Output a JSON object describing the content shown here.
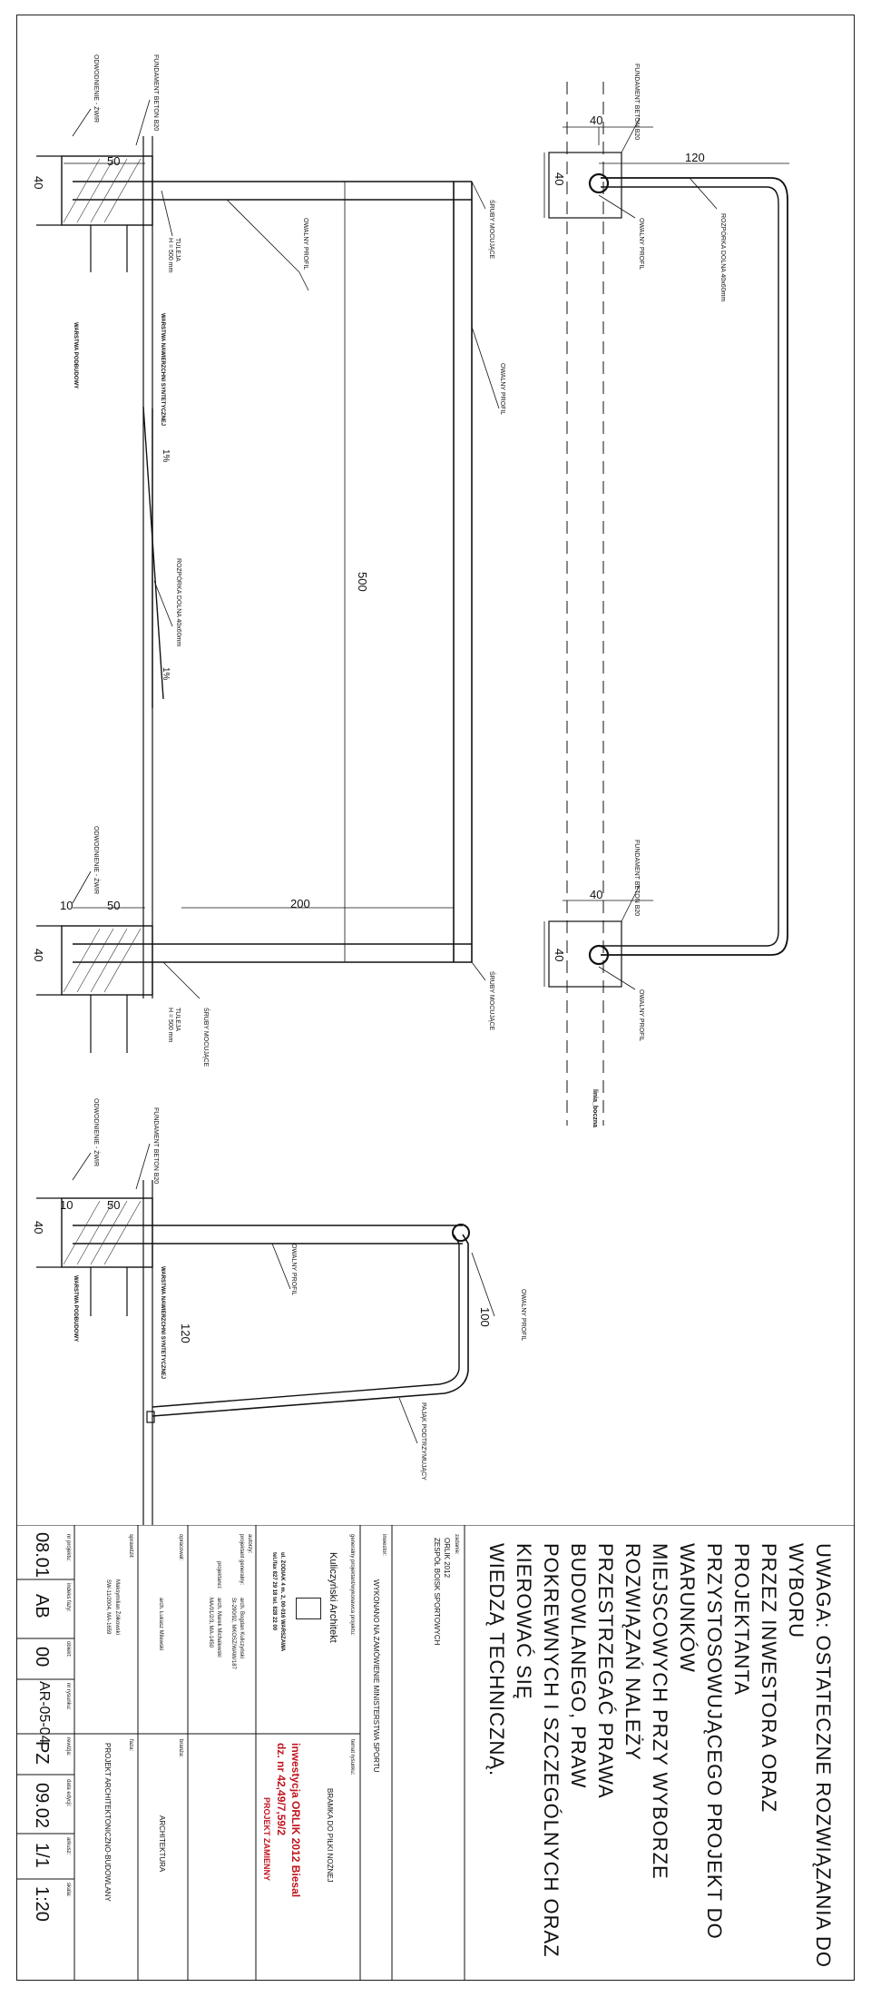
{
  "note": {
    "text": "UWAGA: OSTATECZNE ROZWIĄZANIA DO WYBORU\nPRZEZ INWESTORA ORAZ PROJEKTANTA\nPRZYSTOSOWUJĄCEGO PROJEKT DO WARUNKÓW\nMIEJSCOWYCH PRZY WYBORZE ROZWIĄZAŃ NALEŻY\nPRZESTRZEGAĆ PRAWA BUDOWLANEGO, PRAW\nPOKREWNYCH I SZCZEGÓLNYCH ORAZ KIEROWAĆ SIĘ\nWIEDZĄ TECHNICZNĄ."
  },
  "title_block": {
    "zadanie_label": "zadanie:",
    "zadanie_line1": "ORLIK 2012",
    "zadanie_line2": "ZESPÓŁ BOISK SPORTOWYCH",
    "inwestor_label": "inwestor:",
    "inwestor_value": "WYKONANO NA ZAMÓWIENIE MINISTERSTWA SPORTU",
    "generalny_label": "generalny projektant/wykonawca projektu:",
    "firm_name": "Kuliczyński Architekt",
    "address": "ul. ZODIAK 4 m. 2, 00-016 WARSZAWA",
    "phone": "tel./fax 827 29 18 tel. 828 22 00",
    "autorzy_label": "autorzy:",
    "projektant_label": "projektant generalny:",
    "projektant_value": "arch. Bogdan Kuliczyński",
    "projektant_id": "St-290/92, MKOSZ/WAW/187",
    "projektanci_label": "projektanci:",
    "projektanci_value": "arch. Marek Michalewski",
    "projektanci_id": "MA/01/2/3, MA-1450",
    "opracowal_label": "opracował:",
    "opracowal_value": "arch. Łukasz Milewski",
    "sprawdzil_label": "sprawdził:",
    "sprawdzil_value": "Maksymilian Żółkowski",
    "sprawdzil_id": "SW-11/2004, MA-1659",
    "temat_label": "temat rysunku:",
    "temat_value": "BRAMKA DO PIŁKI NOŻNEJ",
    "inv_line1": "inwestycja ORLIK 2012 Biesal",
    "inv_line2": "dz. nr 42,49/7,59/2",
    "status": "PROJEKT ZAMIENNY",
    "branza_label": "branża:",
    "branza_value": "ARCHITEKTURA",
    "faza_label": "faza:",
    "faza_value": "PROJEKT ARCHITEKTONICZNO-BUDOWLANY",
    "nr_projektu_label": "nr projektu:",
    "nr_projektu": "08.01",
    "indeks_label": "indeks fazy:",
    "indeks": "AB",
    "obiekt_label": "obiekt:",
    "obiekt": "00",
    "nr_rys_label": "nr rysunku:",
    "nr_rys": "AR-05-04",
    "rewizja_label": "rewizja:",
    "rewizja": "PZ",
    "data_label": "data edycji:",
    "data": "09.02",
    "arkusz_label": "arkusz:",
    "arkusz": "1/1",
    "skala_label": "skala:",
    "skala": "1:20"
  },
  "drawing": {
    "fundament": "FUNDAMENT BETON B20",
    "owalny": "OWALNY PROFIL",
    "rozporka": "ROZPÓRKA DOLNA 40x60mm",
    "sruby": "ŚRUBY MOCUJĄCE",
    "tuleja": "TULEJA",
    "tuleja_h": "H = 500 mm",
    "odwodnienie": "ODWODNIENIE - ŻWIR",
    "nawierzchnia": "WARSTWA NAWIERZCHNI SYNTETYCZNEJ",
    "podbudowa": "WARSTWA PODBUDOWY",
    "pajak": "PAJĄK PODTRZYMUJĄCY",
    "linia": "linia_boczna",
    "dim_500": "500",
    "dim_200": "200",
    "dim_120": "120",
    "dim_100": "100",
    "dim_40": "40",
    "dim_50": "50",
    "dim_10": "10",
    "dim_1": "1%"
  }
}
